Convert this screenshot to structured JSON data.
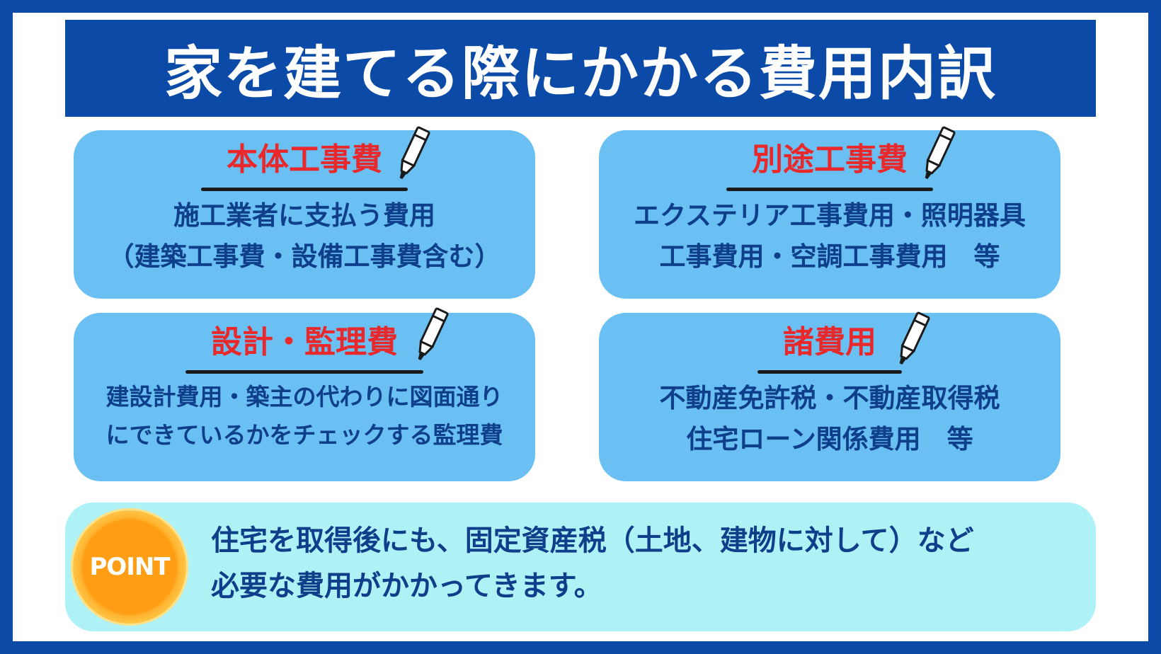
{
  "title": "家を建てる際にかかる費用内訳",
  "cards": [
    {
      "title": "本体工事費",
      "lines": [
        "施工業者に支払う費用",
        "（建築工事費・設備工事費含む）"
      ]
    },
    {
      "title": "別途工事費",
      "lines": [
        "エクステリア工事費用・照明器具",
        "工事費用・空調工事費用　等"
      ]
    },
    {
      "title": "設計・監理費",
      "lines": [
        "建設計費用・築主の代わりに図面通り",
        "にできているかをチェックする監理費"
      ]
    },
    {
      "title": "諸費用",
      "lines": [
        "不動産免許税・不動産取得税",
        "住宅ローン関係費用　等"
      ]
    }
  ],
  "point": {
    "badge": "POINT",
    "lines": [
      "住宅を取得後にも、固定資産税（土地、建物に対して）など",
      "必要な費用がかかってきます。"
    ]
  },
  "colors": {
    "frame": "#0b4aa6",
    "banner": "#0b4aa6",
    "card_bg": "#6ac0f2",
    "card_title": "#e8282b",
    "body_text": "#0f3f8a",
    "point_bg": "#aef2f6",
    "coin": "#ff9d14"
  },
  "icons": [
    "marker-pen-icon"
  ]
}
